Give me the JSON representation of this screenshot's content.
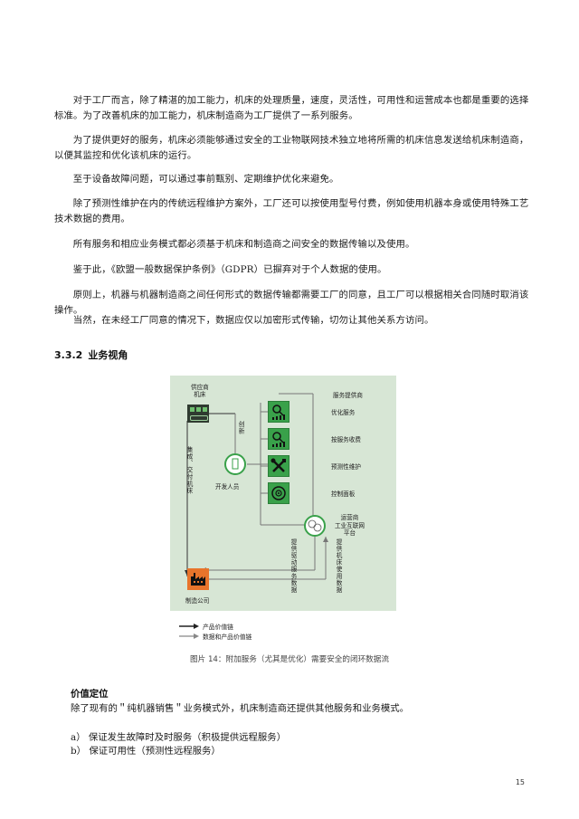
{
  "paragraphs": [
    "对于工厂而言，除了精湛的加工能力，机床的处理质量，速度，灵活性，可用性和运营成本也都是重要的选择标准。为了改善机床的加工能力，机床制造商为工厂提供了一系列服务。",
    "为了提供更好的服务，机床必须能够通过安全的工业物联网技术独立地将所需的机床信息发送给机床制造商，以便其监控和优化该机床的运行。",
    "至于设备故障问题，可以通过事前甄别、定期维护优化来避免。",
    "除了预测性维护在内的传统远程维护方案外，工厂还可以按使用型号付费，例如使用机器本身或使用特殊工艺技术数据的费用。",
    "所有服务和相应业务模式都必须基于机床和制造商之间安全的数据传输以及使用。",
    "鉴于此，《欧盟一般数据保护条例》（GDPR）已摒弃对于个人数据的使用。",
    "原则上，机器与机器制造商之间任何形式的数据传输都需要工厂的同意，且工厂可以根据相关合同随时取消该操作。",
    "当然，在未经工厂同意的情况下，数据应仅以加密形式传输，切勿让其他关系方访问。"
  ],
  "section": {
    "number": "3.3.2",
    "title": "业务视角"
  },
  "figure": {
    "supplier_label": "供应商\n机床",
    "integration_label": "集成、交付机床",
    "innovation_label": "创新",
    "developer_label": "开发人员",
    "service_provider_label": "服务提供商",
    "services": [
      "优化服务",
      "按服务收费",
      "预测性维护",
      "控制面板"
    ],
    "platform_label": "运营商\n工业互联网\n平台",
    "provide_drive_service": "提供驱动服务数据",
    "provide_machine_usage": "提供机床使用数据",
    "manufacturer_label": "制造公司",
    "legend": [
      "产品价值链",
      "数据和产品价值链"
    ],
    "caption": "图片 14：附加服务（尤其是优化）需要安全的闭环数据流",
    "colors": {
      "background": "#d7e6d5",
      "icon_green": "#39a14a",
      "supplier_dark": "#2f3a30",
      "factory_orange": "#e8742b"
    }
  },
  "value_positioning": {
    "title": "价值定位",
    "intro": "除了现有的＂纯机器销售＂业务模式外，机床制造商还提供其他服务和业务模式。",
    "items": [
      "a） 保证发生故障时及时服务（积极提供远程服务）",
      "b） 保证可用性（预测性远程服务）"
    ]
  },
  "page_number": "15"
}
